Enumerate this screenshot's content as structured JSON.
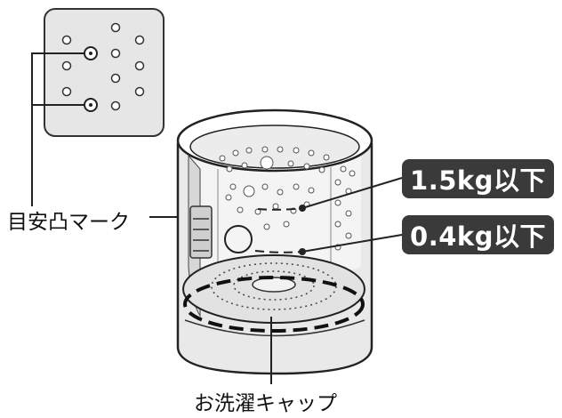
{
  "labels": {
    "level_high": "1.5kg以下",
    "level_low": "0.4kg以下",
    "mark": "目安凸マーク",
    "cap": "お洗濯キャップ"
  },
  "colors": {
    "pill_bg": "#3a3a3a",
    "pill_text": "#ffffff",
    "drum_fill": "#e9e9e9",
    "inset_fill": "#e6e6e6"
  },
  "icons": [
    "washing-drum-illustration",
    "drum-hole-inset"
  ]
}
